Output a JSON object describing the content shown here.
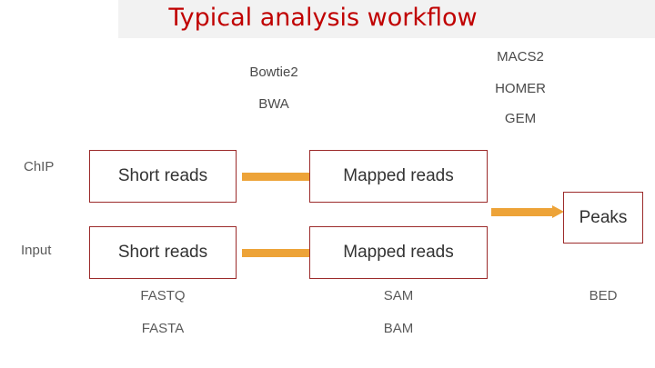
{
  "title": "Typical analysis workflow",
  "tools": {
    "aligners": [
      "Bowtie2",
      "BWA"
    ],
    "peak_callers": [
      "MACS2",
      "HOMER",
      "GEM"
    ]
  },
  "rows": [
    {
      "label": "ChIP",
      "input_box": "Short reads",
      "output_box": "Mapped reads"
    },
    {
      "label": "Input",
      "input_box": "Short reads",
      "output_box": "Mapped reads"
    }
  ],
  "peaks_box": "Peaks",
  "formats": {
    "reads": [
      "FASTQ",
      "FASTA"
    ],
    "mapped": [
      "SAM",
      "BAM"
    ],
    "peaks": [
      "BED"
    ]
  },
  "colors": {
    "title": "#c00000",
    "box_border": "#9c2b2b",
    "arrow": "#eda338",
    "title_band": "#f2f2f2"
  }
}
